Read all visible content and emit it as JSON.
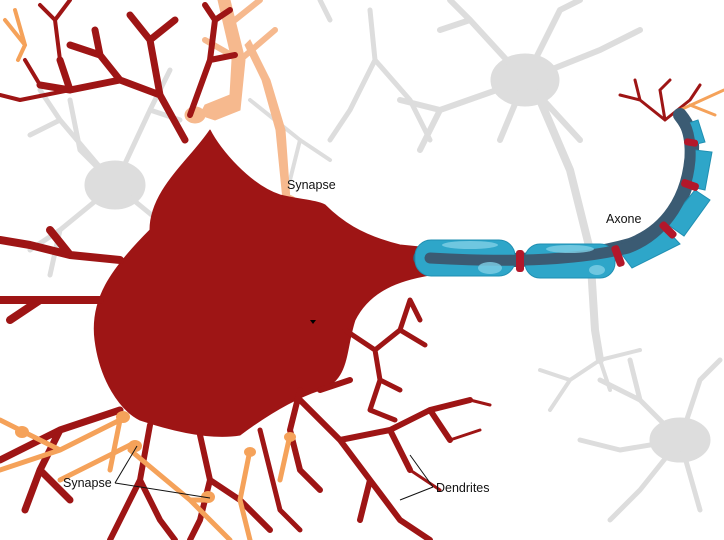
{
  "labels": {
    "synapse_top": "Synapse",
    "axone": "Axone",
    "synapse_bottom": "Synapse",
    "dendrites": "Dendrites"
  },
  "colors": {
    "neuron": "#9e1515",
    "neighbor_synapse": "#f6b98e",
    "neighbor_synapse_strong": "#f5a25a",
    "background_neurons": "#dcdcdc",
    "myelin": "#2ea6c9",
    "myelin_light": "#7fd0e6",
    "axon_core": "#3b5b73",
    "ranvier_node": "#b3172a"
  }
}
